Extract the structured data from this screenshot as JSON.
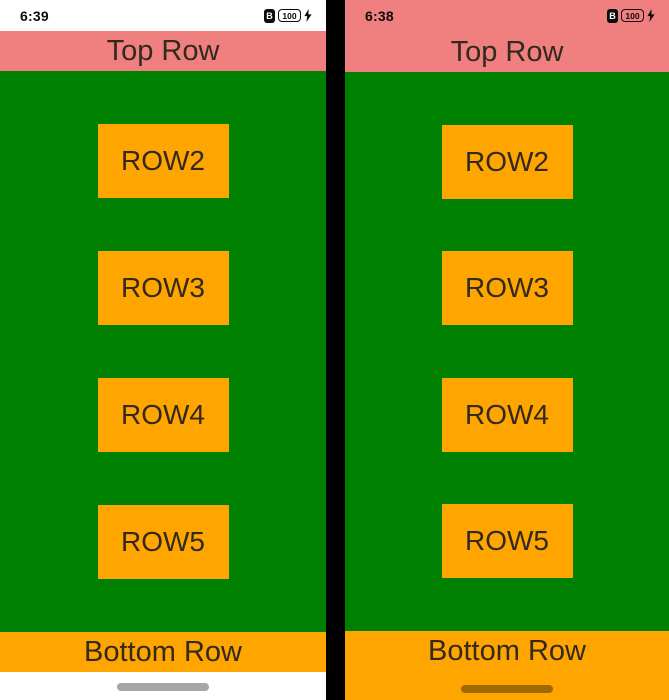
{
  "colors": {
    "top_row_bg": "#F08080",
    "content_bg": "#008000",
    "accent_orange": "#FFA500",
    "nav_pill_light": "#A6A6A6",
    "label_text": "#33291F"
  },
  "left_screen": {
    "status_bar": {
      "time": "6:39",
      "battery_saver_glyph": "B",
      "battery_percent": "100"
    },
    "top_row_label": "Top Row",
    "buttons": [
      {
        "label": "ROW2"
      },
      {
        "label": "ROW3"
      },
      {
        "label": "ROW4"
      },
      {
        "label": "ROW5"
      }
    ],
    "bottom_row_label": "Bottom Row"
  },
  "right_screen": {
    "status_bar": {
      "time": "6:38",
      "battery_saver_glyph": "B",
      "battery_percent": "100"
    },
    "top_row_label": "Top Row",
    "buttons": [
      {
        "label": "ROW2"
      },
      {
        "label": "ROW3"
      },
      {
        "label": "ROW4"
      },
      {
        "label": "ROW5"
      }
    ],
    "bottom_row_label": "Bottom Row"
  }
}
